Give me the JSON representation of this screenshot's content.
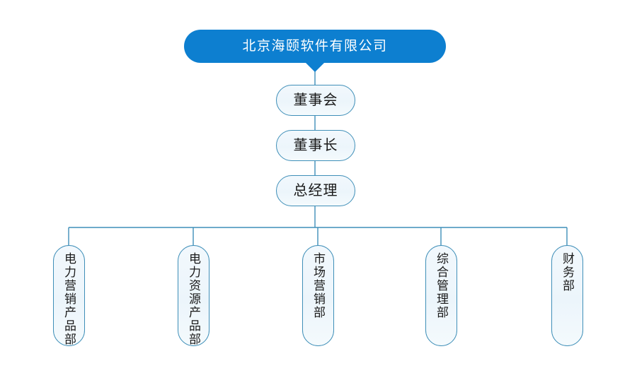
{
  "diagram": {
    "title_text": "北京海颐软件有限公司",
    "type": "organization-chart",
    "background_color": "#ffffff",
    "accent_color": "#0d7fd0",
    "node_border_color": "#3f8fb8",
    "node_fill_color": "#eff6fc",
    "connector_color": "#3f8fb8"
  },
  "root": {
    "label": "北京海颐软件有限公司",
    "shape": "rounded-banner-callout",
    "fill": "#0d7fd0",
    "text_color": "#ffffff"
  },
  "chain": [
    {
      "label": "董事会",
      "shape": "pill"
    },
    {
      "label": "董事长",
      "shape": "pill"
    },
    {
      "label": "总经理",
      "shape": "pill"
    }
  ],
  "departments": [
    {
      "label": "电力营销产品部",
      "shape": "vertical-pill"
    },
    {
      "label": "电力资源产品部",
      "shape": "vertical-pill"
    },
    {
      "label": "市场营销部",
      "shape": "vertical-pill"
    },
    {
      "label": "综合管理部",
      "shape": "vertical-pill"
    },
    {
      "label": "财务部",
      "shape": "vertical-pill"
    }
  ]
}
